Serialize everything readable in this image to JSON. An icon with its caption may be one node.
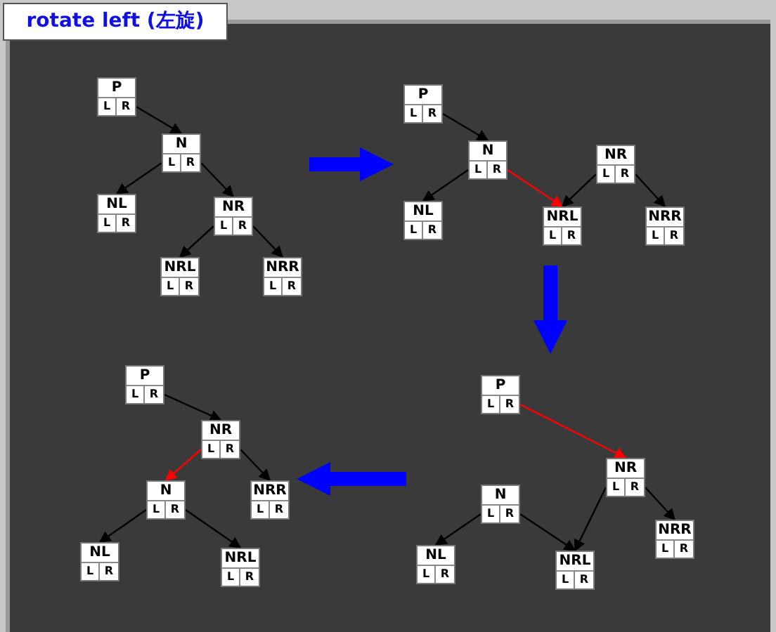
{
  "diagram": {
    "title": "rotate left (左旋)",
    "nodes": [
      {
        "text": [],
        "shape": "group"
      },
      {
        "text": [
          "P",
          "L",
          "R"
        ],
        "in": 0
      },
      {
        "text": [
          "N",
          "L",
          "R"
        ],
        "in": 0
      },
      {
        "text": [
          "NL",
          "L",
          "R"
        ],
        "in": 0
      },
      {
        "text": [
          "NR",
          "L",
          "R"
        ],
        "in": 0
      },
      {
        "text": [
          "NRL",
          "L",
          "R"
        ],
        "in": 0
      },
      {
        "text": [
          "NRR",
          "L",
          "R"
        ],
        "in": 0
      },
      {
        "text": [],
        "shape": "group"
      },
      {
        "text": [
          "P",
          "L",
          "R"
        ],
        "in": 7
      },
      {
        "text": [
          "N",
          "L",
          "R"
        ],
        "in": 7
      },
      {
        "text": [
          "NR",
          "L",
          "R"
        ],
        "in": 7
      },
      {
        "text": [
          "NL",
          "L",
          "R"
        ],
        "in": 7
      },
      {
        "text": [
          "NRL",
          "L",
          "R"
        ],
        "in": 7
      },
      {
        "text": [
          "NRR",
          "L",
          "R"
        ],
        "in": 7
      },
      {
        "text": [],
        "shape": "group"
      },
      {
        "text": [
          "P",
          "L",
          "R"
        ],
        "in": 14
      },
      {
        "text": [
          "NR",
          "L",
          "R"
        ],
        "in": 14
      },
      {
        "text": [
          "N",
          "L",
          "R"
        ],
        "in": 14
      },
      {
        "text": [
          "NRR",
          "L",
          "R"
        ],
        "in": 14
      },
      {
        "text": [
          "NL",
          "L",
          "R"
        ],
        "in": 14
      },
      {
        "text": [
          "NRL",
          "L",
          "R"
        ],
        "in": 14
      },
      {
        "text": [],
        "shape": "group"
      },
      {
        "text": [
          "P",
          "L",
          "R"
        ],
        "in": 21
      },
      {
        "text": [
          "NR",
          "L",
          "R"
        ],
        "in": 21
      },
      {
        "text": [
          "N",
          "L",
          "R"
        ],
        "in": 21
      },
      {
        "text": [
          "NRR",
          "L",
          "R"
        ],
        "in": 21
      },
      {
        "text": [
          "NL",
          "L",
          "R"
        ],
        "in": 21
      },
      {
        "text": [
          "NRL",
          "L",
          "R"
        ],
        "in": 21
      }
    ],
    "edges": [
      {
        "from": 1,
        "to": 2,
        "arrow": "to"
      },
      {
        "from": 2,
        "to": 3,
        "arrow": "to"
      },
      {
        "from": 2,
        "to": 4,
        "arrow": "to"
      },
      {
        "from": 4,
        "to": 5,
        "arrow": "to"
      },
      {
        "from": 4,
        "to": 6,
        "arrow": "to"
      },
      {
        "from": 8,
        "to": 9,
        "arrow": "to"
      },
      {
        "from": 9,
        "to": 11,
        "arrow": "to"
      },
      {
        "from": 9,
        "to": 12,
        "arrow": "to",
        "color": "#ff0000"
      },
      {
        "from": 10,
        "to": 12,
        "arrow": "to"
      },
      {
        "from": 10,
        "to": 13,
        "arrow": "to"
      },
      {
        "from": 15,
        "to": 16,
        "arrow": "to",
        "color": "#ff0000"
      },
      {
        "from": 16,
        "to": 20,
        "arrow": "to"
      },
      {
        "from": 16,
        "to": 18,
        "arrow": "to"
      },
      {
        "from": 17,
        "to": 19,
        "arrow": "to"
      },
      {
        "from": 17,
        "to": 20,
        "arrow": "to"
      },
      {
        "from": 22,
        "to": 23,
        "arrow": "to"
      },
      {
        "from": 23,
        "to": 24,
        "arrow": "to",
        "color": "#ff0000"
      },
      {
        "from": 23,
        "to": 25,
        "arrow": "to"
      },
      {
        "from": 24,
        "to": 26,
        "arrow": "to"
      },
      {
        "from": 24,
        "to": 27,
        "arrow": "to"
      },
      {
        "from": 0,
        "to": 7,
        "arrow": "to",
        "style": "thick",
        "color": "#0000ff"
      },
      {
        "from": 7,
        "to": 14,
        "arrow": "to",
        "style": "thick",
        "color": "#0000ff"
      },
      {
        "from": 14,
        "to": 21,
        "arrow": "to",
        "style": "thick",
        "color": "#0000ff"
      }
    ]
  }
}
